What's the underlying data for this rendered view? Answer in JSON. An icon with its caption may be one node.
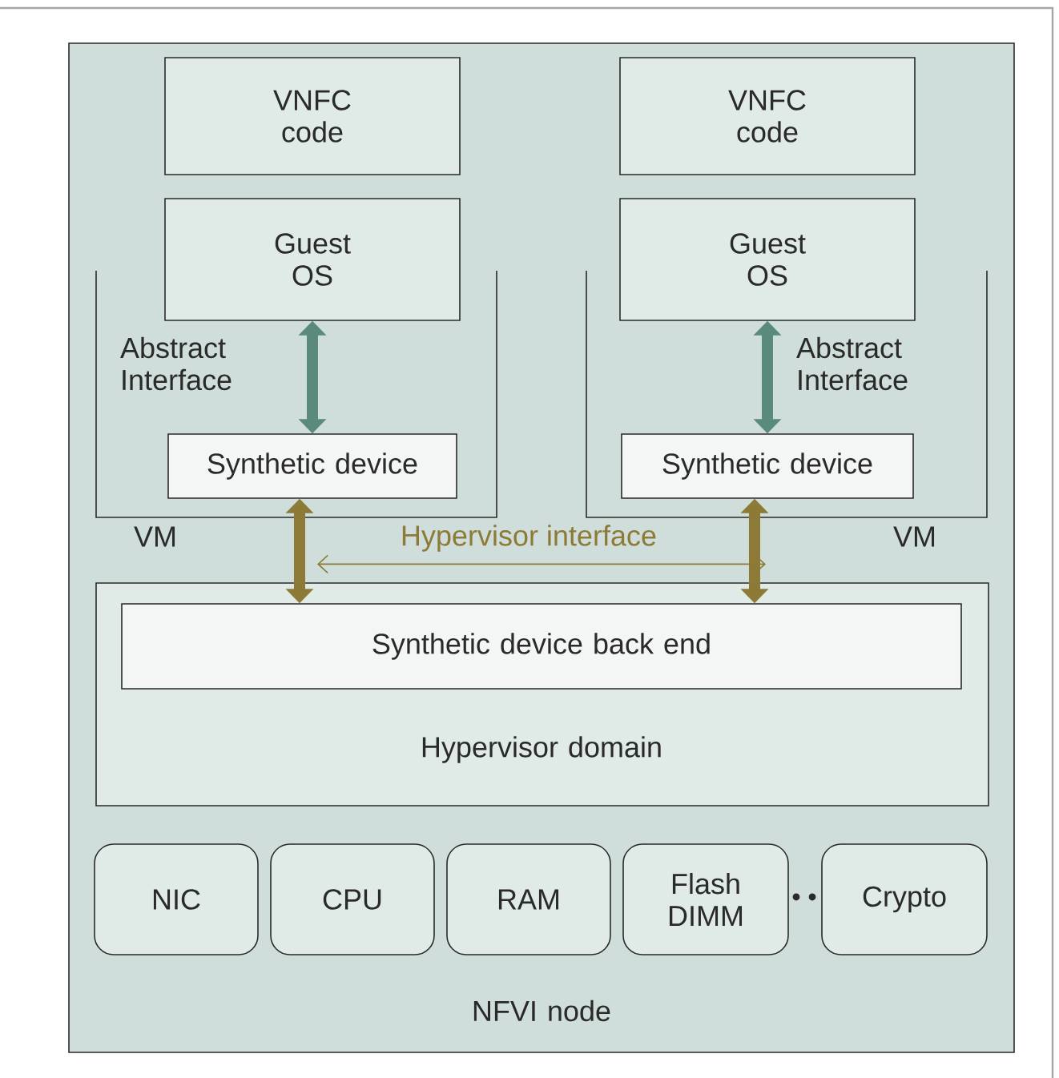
{
  "diagram": {
    "nodes": [
      {
        "text": [
          "NFVI node"
        ]
      },
      {
        "text": [
          "VNFC code"
        ],
        "in": 0
      },
      {
        "text": [
          "Guest OS"
        ],
        "in": 0
      },
      {
        "text": [
          "VM"
        ],
        "in": 0
      },
      {
        "text": [
          "Synthetic device"
        ],
        "in": 3
      },
      {
        "text": [
          "VNFC code"
        ],
        "in": 0
      },
      {
        "text": [
          "Guest OS"
        ],
        "in": 0
      },
      {
        "text": [
          "VM"
        ],
        "in": 0
      },
      {
        "text": [
          "Synthetic device"
        ],
        "in": 7
      },
      {
        "text": [
          "Hypervisor domain"
        ],
        "in": 0
      },
      {
        "text": [
          "Synthetic device back end"
        ],
        "in": 9
      },
      {
        "text": [
          "NIC"
        ],
        "in": 0
      },
      {
        "text": [
          "CPU"
        ],
        "in": 0
      },
      {
        "text": [
          "RAM"
        ],
        "in": 0
      },
      {
        "text": [
          "Flash DIMM"
        ],
        "in": 0
      },
      {
        "text": [
          "Crypto"
        ],
        "in": 0
      }
    ],
    "edges": [
      {
        "from": 2,
        "to": 4,
        "arrow": "both",
        "label": "Abstract Interface",
        "color": "#5a8a7e"
      },
      {
        "from": 6,
        "to": 8,
        "arrow": "both",
        "label": "Abstract Interface",
        "color": "#5a8a7e"
      },
      {
        "from": 4,
        "to": 10,
        "arrow": "both",
        "color": "#8c7a36"
      },
      {
        "from": 8,
        "to": 10,
        "arrow": "both",
        "color": "#8c7a36"
      },
      {
        "from": 3,
        "to": 7,
        "arrow": "both",
        "label": "Hypervisor interface",
        "color": "#8c7a36"
      }
    ]
  }
}
